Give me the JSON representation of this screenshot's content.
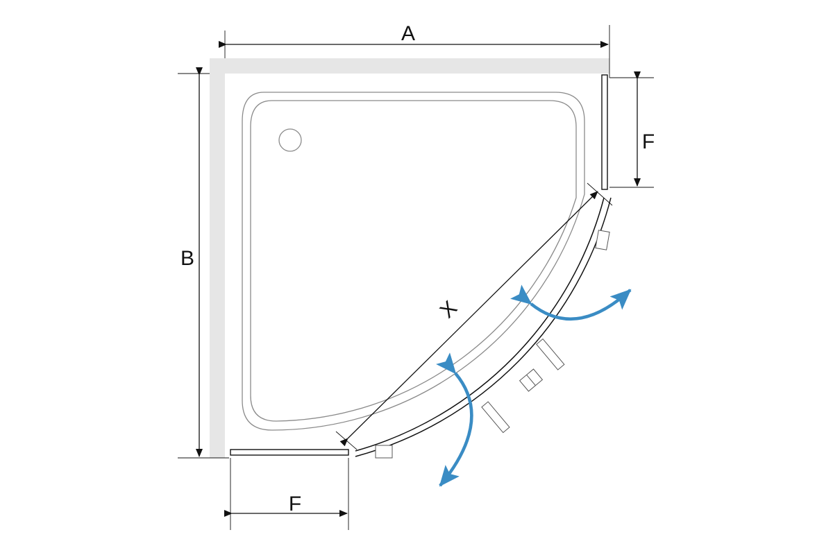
{
  "labels": {
    "width": "A",
    "depth": "B",
    "fixed_panel_right": "F",
    "fixed_panel_bottom": "F",
    "diagonal": "X"
  },
  "colors": {
    "wall": "#e6e6e6",
    "line": "#111111",
    "tray_outline": "#8a8a8a",
    "door_arrow": "#3a8cc4"
  },
  "icons": {
    "drain": "circle-drain-icon",
    "door_swing": "curved-double-arrow-icon"
  }
}
